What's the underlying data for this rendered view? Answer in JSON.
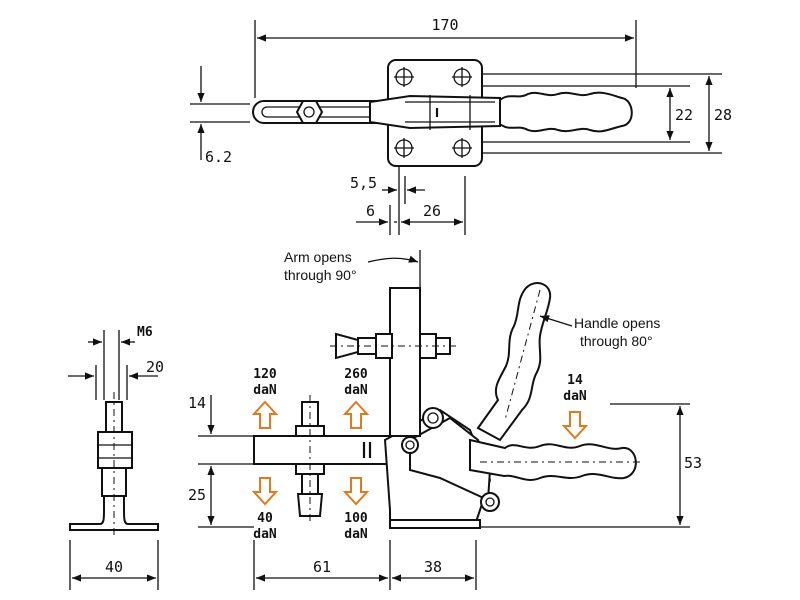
{
  "dimensions": {
    "top_width": "170",
    "arm_height": "6.2",
    "base_inner": "22",
    "base_outer": "28",
    "hole_offset": "5,5",
    "left_offset": "6",
    "right_offset": "26",
    "bolt_thread": "M6",
    "bolt_width": "20",
    "foot_width": "40",
    "arm_above": "14",
    "arm_below": "25",
    "total_height": "53",
    "bar_length": "61",
    "base_length": "38"
  },
  "forces": {
    "up_left_value": "120",
    "up_left_unit": "daN",
    "up_right_value": "260",
    "up_right_unit": "daN",
    "down_left_value": "40",
    "down_left_unit": "daN",
    "down_right_value": "100",
    "down_right_unit": "daN",
    "handle_value": "14",
    "handle_unit": "daN"
  },
  "notes": {
    "arm_line1": "Arm opens",
    "arm_line2": "through 90°",
    "handle_line1": "Handle opens",
    "handle_line2": "through 80°"
  },
  "colors": {
    "force_arrow": "#e07a1f",
    "line": "#111111"
  }
}
